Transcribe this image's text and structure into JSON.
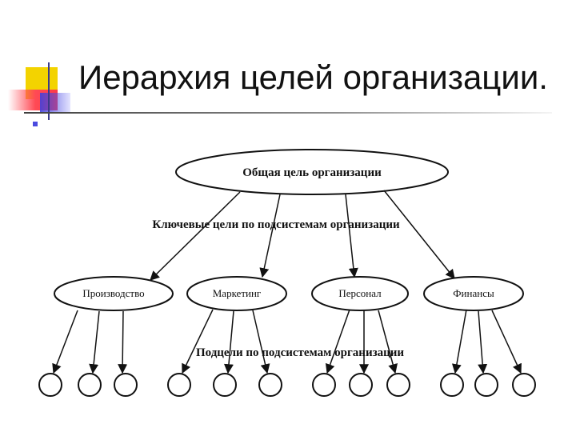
{
  "slide": {
    "title": "Иерархия целей организации."
  },
  "diagram": {
    "root": {
      "label": "Общая цель организации"
    },
    "level1_caption": "Ключевые цели по подсистемам организации",
    "level2_caption": "Подцели по подсистемам организации",
    "subsystems": [
      {
        "label": "Производство",
        "subgoals": 3
      },
      {
        "label": "Маркетинг",
        "subgoals": 3
      },
      {
        "label": "Персонал",
        "subgoals": 3
      },
      {
        "label": "Финансы",
        "subgoals": 3
      }
    ]
  }
}
